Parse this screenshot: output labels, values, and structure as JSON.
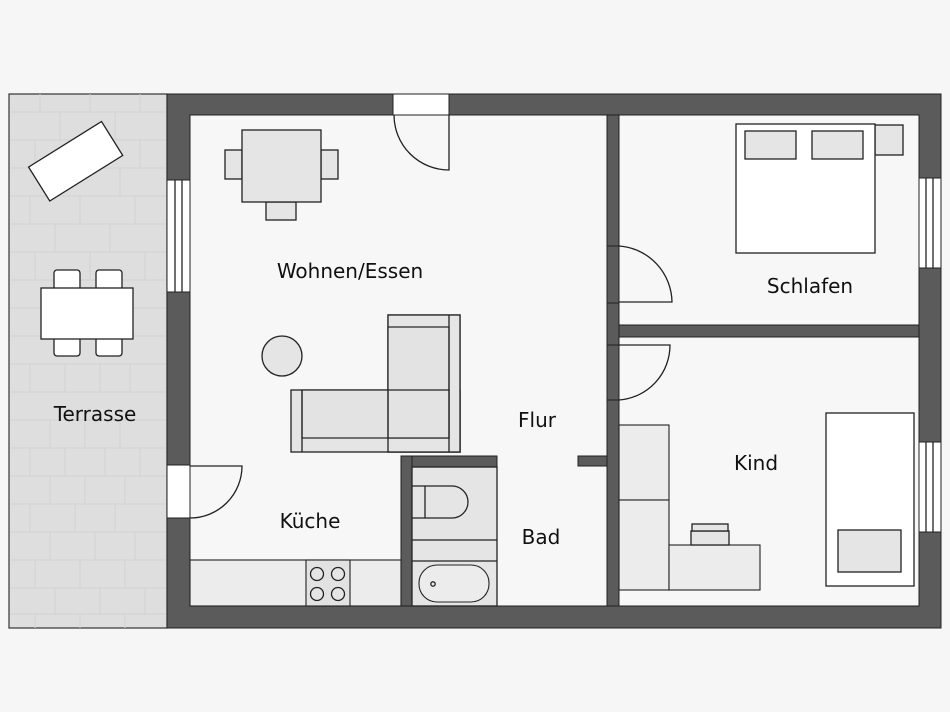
{
  "floorplan": {
    "rooms": [
      {
        "id": "terrasse",
        "label": "Terrasse"
      },
      {
        "id": "wohnen",
        "label": "Wohnen/Essen"
      },
      {
        "id": "kueche",
        "label": "Küche"
      },
      {
        "id": "flur",
        "label": "Flur"
      },
      {
        "id": "bad",
        "label": "Bad"
      },
      {
        "id": "schlafen",
        "label": "Schlafen"
      },
      {
        "id": "kind",
        "label": "Kind"
      }
    ],
    "colors": {
      "background": "#f6f6f6",
      "wall": "#5b5b5b",
      "room_floor": "#f7f7f7",
      "terrace_floor": "#dedede",
      "furniture": "#e5e5e5",
      "outline": "#222222"
    },
    "doors": [
      "entrance-door",
      "terrace-door",
      "schlafen-door",
      "kind-door"
    ],
    "windows": [
      "wohnen-window",
      "schlafen-window",
      "kind-window"
    ]
  }
}
